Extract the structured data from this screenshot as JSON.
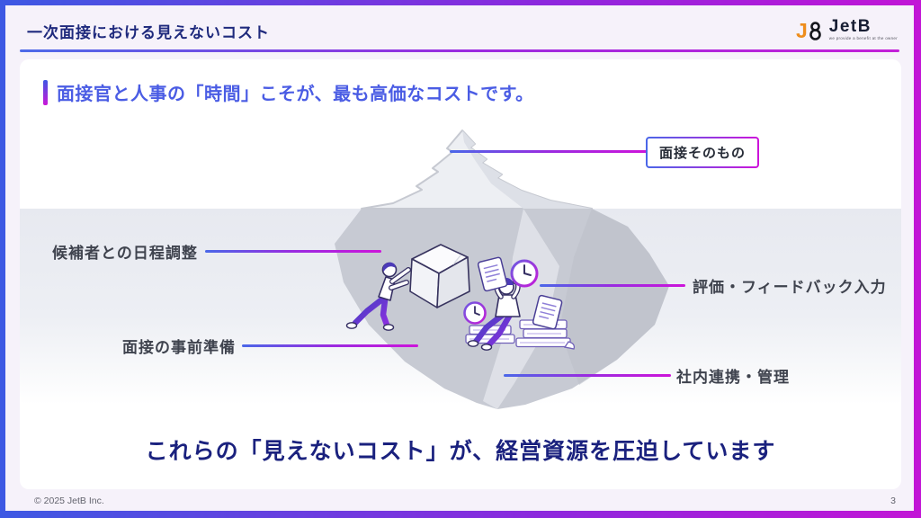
{
  "header": {
    "title": "一次面接における見えないコスト"
  },
  "logo": {
    "name": "JetB",
    "tagline": "we provide a benefit at the owner"
  },
  "subtitle": "面接官と人事の「時間」こそが、最も高価なコストです。",
  "iceberg": {
    "above_label": "面接そのもの",
    "hidden_labels": [
      "候補者との日程調整",
      "面接の事前準備",
      "評価・フィードバック入力",
      "社内連携・管理"
    ]
  },
  "statement": "これらの「見えないコスト」が、経営資源を圧迫しています",
  "footer": {
    "copyright": "© 2025 JetB Inc.",
    "page": "3"
  },
  "colors": {
    "frame_blue": "#3d59e3",
    "frame_magenta": "#c215d6",
    "title_navy": "#1f2a7d",
    "subtitle_blue": "#4a5ce4",
    "label_gray": "#3f434e",
    "statement_navy": "#1a217e",
    "logo_orange": "#ee8d1c"
  }
}
